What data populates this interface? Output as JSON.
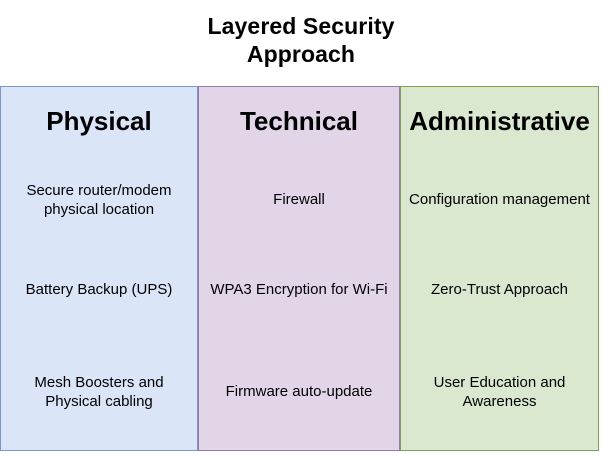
{
  "title": {
    "line1": "Layered Security",
    "line2": "Approach"
  },
  "colors": {
    "physical_fill": "#dae5f8",
    "physical_border": "#7b96c8",
    "technical_fill": "#e2d5e8",
    "technical_border": "#9b77b0",
    "administrative_fill": "#d9e8cf",
    "administrative_border": "#78a355",
    "text": "#000000",
    "background": "#ffffff"
  },
  "columns": [
    {
      "header": "Physical",
      "items": [
        "Secure router/modem physical location",
        "Battery Backup (UPS)",
        "Mesh Boosters and Physical cabling"
      ]
    },
    {
      "header": "Technical",
      "items": [
        "Firewall",
        "WPA3 Encryption for Wi-Fi",
        "Firmware auto-update"
      ]
    },
    {
      "header": "Administrative",
      "items": [
        "Configuration management",
        "Zero-Trust Approach",
        "User Education and Awareness"
      ]
    }
  ]
}
